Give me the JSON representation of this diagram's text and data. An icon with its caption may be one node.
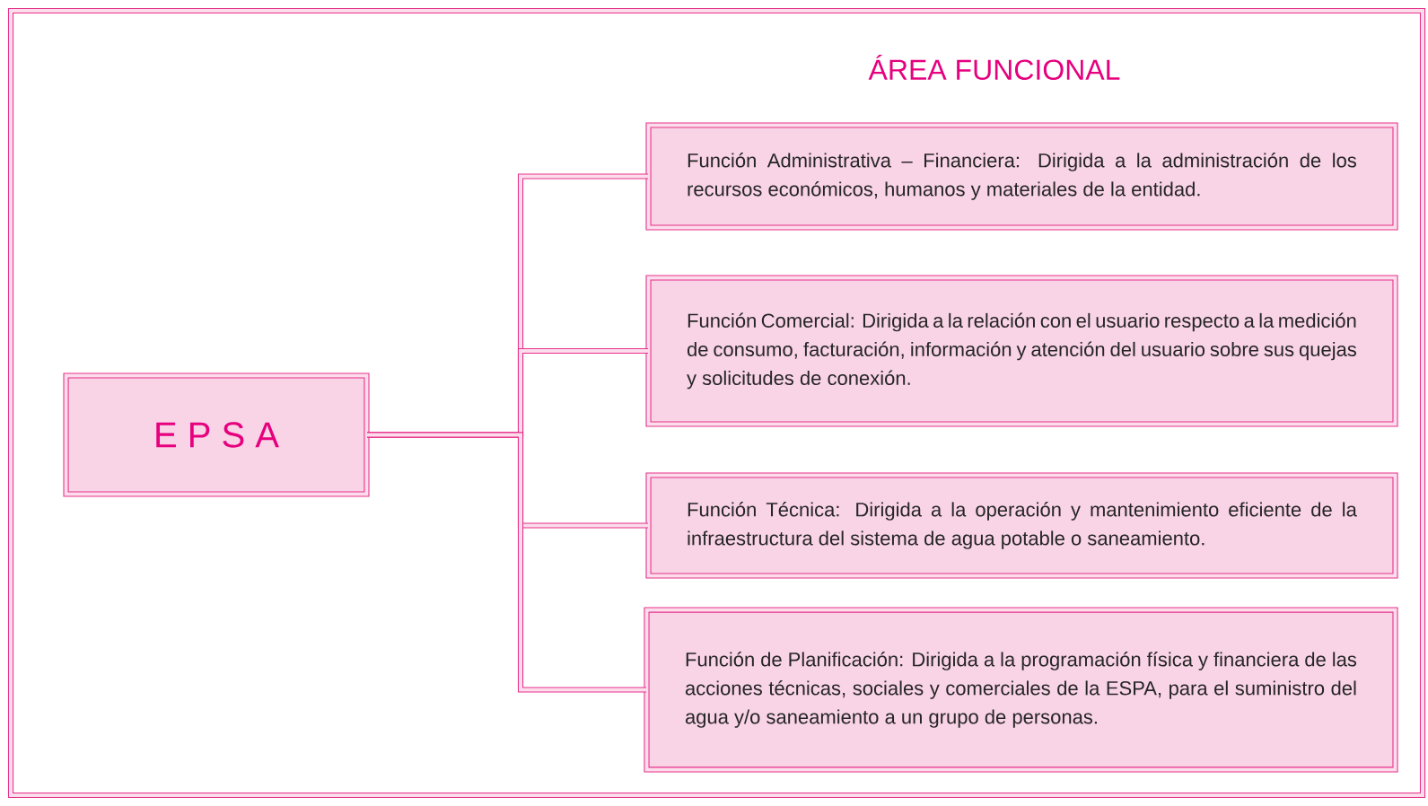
{
  "diagram": {
    "title": "ÁREA FUNCIONAL",
    "nodes": [
      {
        "text": [
          "E P S A"
        ]
      },
      {
        "text": [
          "Función Administrativa – Financiera: Dirigida a la administración de los recursos económicos, humanos y materiales de la entidad."
        ]
      },
      {
        "text": [
          "Función Comercial: Dirigida a la relación con el usuario respecto a la medición de consumo, facturación, información y atención del usuario sobre sus quejas y solicitudes de conexión."
        ]
      },
      {
        "text": [
          "Función Técnica: Dirigida a la operación y mantenimiento eficiente de la infraestructura del sistema de agua potable o saneamiento."
        ]
      },
      {
        "text": [
          "Función de Planificación: Dirigida a la programación física y financiera de las acciones técnicas, sociales y comerciales de la ESPA, para el suministro del agua y/o saneamiento a un grupo de personas."
        ]
      }
    ],
    "edges": [
      {
        "from": 0,
        "to": 1,
        "arrow": "none"
      },
      {
        "from": 0,
        "to": 2,
        "arrow": "none"
      },
      {
        "from": 0,
        "to": 3,
        "arrow": "none"
      },
      {
        "from": 0,
        "to": 4,
        "arrow": "none"
      }
    ]
  }
}
